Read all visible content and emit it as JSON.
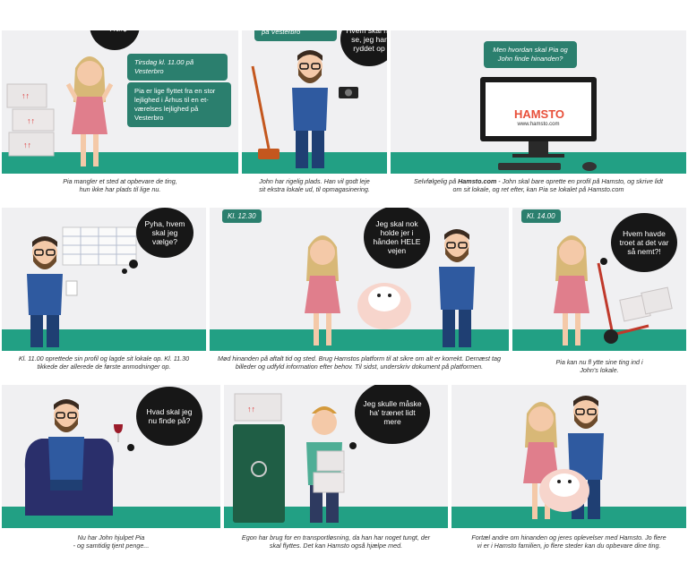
{
  "colors": {
    "panel_bg": "#f0f0f2",
    "floor": "#22a084",
    "tag_bg": "#2b7f6e",
    "bubble": "#171717",
    "brand": "#e8503a"
  },
  "panel1": {
    "curse_bubble": "#@¤%£$\n*^?%#$",
    "time_box": "Tirsdag kl. 11.00 på Vesterbro",
    "info_box": "Pia er lige flyttet fra en stor lejlighed i Århus til en et-værelses lejlighed på Vesterbro",
    "caption": "Pia mangler et sted at opbevare de ting,\nhun ikke har plads til lige nu."
  },
  "panel2": {
    "time_box": "Samtidig et andet sted på Vesterbro",
    "bubble": "Hvem skal nu se, jeg har ryddet op",
    "caption": "John har rigelig plads. Han vil godt leje\nsit ekstra lokale ud, til opmagasinering."
  },
  "panel3": {
    "question_box": "Men hvordan skal Pia og John finde hinanden?",
    "brand": "HAMSTO",
    "url": "www.hamsto.com",
    "caption_pre": "Selvfølgelig på ",
    "caption_brand": "Hamsto.com",
    "caption_post": " - John skal bare oprette en profil på Hamsto, og skrive lidt\nom sit lokale, og ret efter, kan Pia se lokalet på Hamsto.com"
  },
  "panel4": {
    "bubble": "Pyha, hvem skal jeg vælge?",
    "caption": "Kl. 11.00 oprettede sin profil og lagde sit lokale op. Kl. 11.30\ntikkede der allerede de første anmodninger op."
  },
  "panel5": {
    "time_tag": "Kl. 12.30",
    "bubble": "Jeg skal nok holde jer i hånden HELE vejen",
    "caption": "Mød hinanden på aftalt tid og sted. Brug Hamstos platform til at sikre om alt er korrekt. Dernæst tag\nbilleder og udfyld information efter behov. Til sidst, underskriv dokument på platformen."
  },
  "panel6": {
    "time_tag": "Kl. 14.00",
    "bubble": "Hvem havde troet at det var så nemt?!",
    "caption": "Pia kan nu fl ytte sine ting ind i\nJohn's lokale."
  },
  "panel7": {
    "bubble": "Hvad skal jeg nu finde på?",
    "caption": "Nu har John hjulpet Pia\n- og samtidig tjent penge..."
  },
  "panel8": {
    "bubble": "Jeg skulle måske ha' trænet lidt mere",
    "caption": "Egon har brug for en transportløsning, da han har noget tungt, der\nskal flyttes. Det kan Hamsto også hjælpe med."
  },
  "panel9": {
    "caption": "Fortæl andre om hinanden og jeres oplevelser med Hamsto. Jo flere\nvi er i Hamsto familien, jo flere steder kan du opbevare dine ting."
  }
}
